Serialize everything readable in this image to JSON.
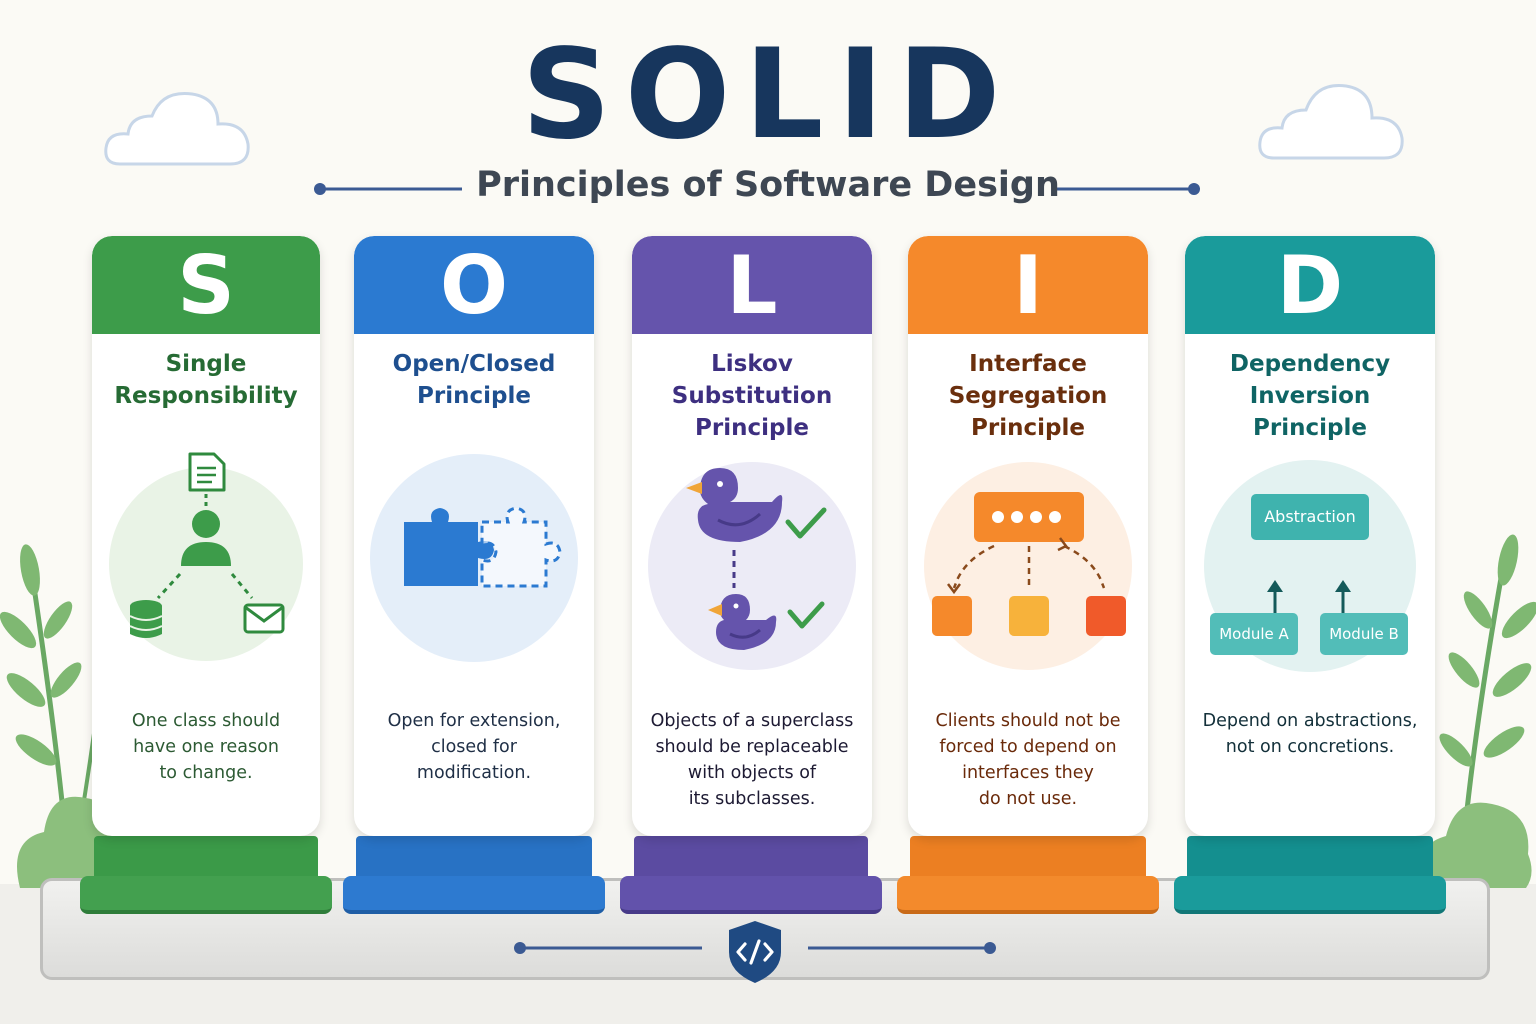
{
  "header": {
    "title": "SOLID",
    "subtitle": "Principles of Software Design"
  },
  "colors": {
    "navy": "#17365d",
    "green": "#3d9c4a",
    "blue": "#2b7ad1",
    "purple": "#6554ac",
    "orange": "#f5892b",
    "teal": "#1a9b9b"
  },
  "cards": [
    {
      "letter": "S",
      "name": "Single\nResponsibility",
      "description": "One class should\nhave one reason\nto change.",
      "icons": [
        "document-icon",
        "user-icon",
        "database-icon",
        "envelope-icon"
      ]
    },
    {
      "letter": "O",
      "name": "Open/Closed\nPrinciple",
      "description": "Open for extension,\nclosed for\nmodification.",
      "icons": [
        "puzzle-piece-icon",
        "dashed-puzzle-piece-icon"
      ]
    },
    {
      "letter": "L",
      "name": "Liskov Substitution\nPrinciple",
      "description": "Objects of a superclass\nshould be replaceable\nwith objects of\nits subclasses.",
      "icons": [
        "duck-icon",
        "duckling-icon",
        "checkmark-icon"
      ]
    },
    {
      "letter": "I",
      "name": "Interface\nSegregation\nPrinciple",
      "description": "Clients should not be\nforced to depend on\ninterfaces they\ndo not use.",
      "icons": [
        "interface-bar-icon",
        "client-square-icon"
      ]
    },
    {
      "letter": "D",
      "name": "Dependency\nInversion\nPrinciple",
      "description": "Depend on abstractions,\nnot on concretions.",
      "diagram": {
        "abstraction": "Abstraction",
        "module_a": "Module A",
        "module_b": "Module B"
      },
      "icons": [
        "arrow-up-icon"
      ]
    }
  ],
  "platform": {
    "icon": "code-shield-icon"
  },
  "decor": {
    "icons": [
      "cloud-icon",
      "leaf-branch-icon",
      "bush-icon"
    ]
  }
}
